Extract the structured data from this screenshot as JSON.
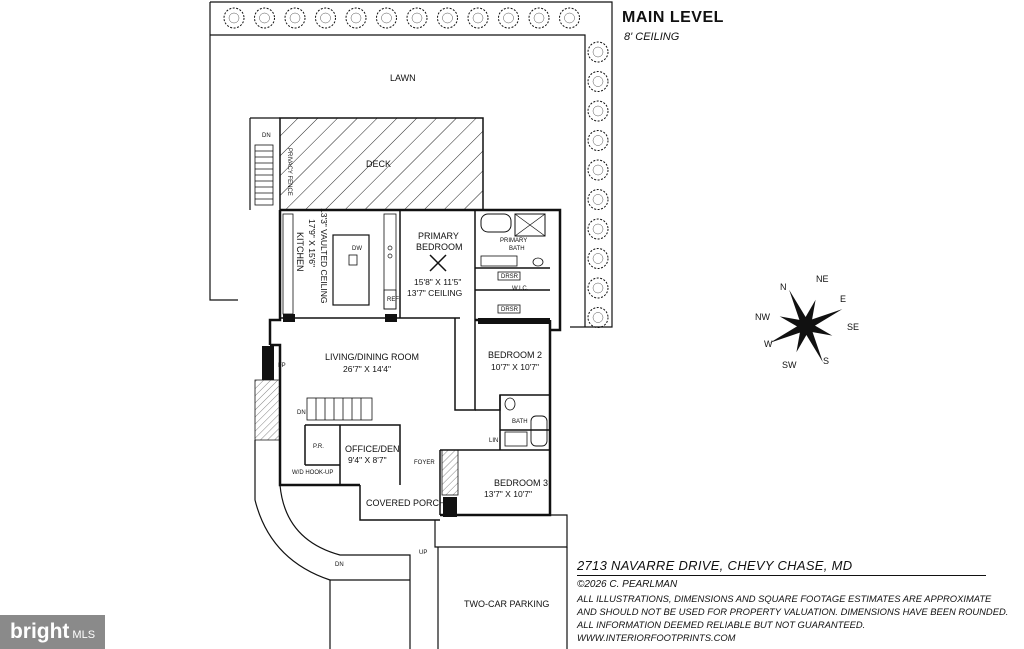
{
  "header": {
    "title": "MAIN LEVEL",
    "ceiling": "8' CEILING"
  },
  "rooms": {
    "lawn": "LAWN",
    "deck": "DECK",
    "privacy_fence": "PRIVACY FENCE",
    "kitchen": {
      "name": "KITCHEN",
      "dims": "17'9\" X 15'6\"",
      "ceiling": "13'3\" VAULTED CEILING"
    },
    "primary_bedroom": {
      "name1": "PRIMARY",
      "name2": "BEDROOM",
      "dims": "15'8\" X 11'5\"",
      "ceiling": "13'7\" CEILING"
    },
    "primary_bath": {
      "name1": "PRIMARY",
      "name2": "BATH"
    },
    "wic": "W.I.C.",
    "living": {
      "name": "LIVING/DINING ROOM",
      "dims": "26'7\" X 14'4\""
    },
    "bedroom2": {
      "name": "BEDROOM 2",
      "dims": "10'7\" X 10'7\""
    },
    "bath": "BATH",
    "lin": "LIN",
    "office": {
      "name": "OFFICE/DEN",
      "dims": "9'4\" X 8'7\""
    },
    "pr": "P.R.",
    "wd": "W/D HOOK-UP",
    "foyer": "FOYER",
    "bedroom3": {
      "name": "BEDROOM 3",
      "dims": "13'7\" X 10'7\""
    },
    "covered_porch": "COVERED PORCH",
    "parking": "TWO-CAR PARKING",
    "fp": "FP",
    "ref": "REF",
    "dw": "DW",
    "dn": "DN",
    "up": "UP",
    "drsr": "DRSR"
  },
  "compass": {
    "n": "N",
    "ne": "NE",
    "e": "E",
    "se": "SE",
    "s": "S",
    "sw": "SW",
    "w": "W",
    "nw": "NW"
  },
  "footer": {
    "address": "2713 NAVARRE DRIVE, CHEVY CHASE, MD",
    "copyright": "©2026 C. PEARLMAN",
    "disclaimer1": "ALL ILLUSTRATIONS, DIMENSIONS AND SQUARE FOOTAGE ESTIMATES ARE APPROXIMATE",
    "disclaimer2": "AND SHOULD NOT BE USED FOR PROPERTY VALUATION. DIMENSIONS HAVE BEEN ROUNDED.",
    "disclaimer3": "ALL INFORMATION DEEMED RELIABLE BUT NOT GUARANTEED.",
    "website": "WWW.INTERIORFOOTPRINTS.COM"
  },
  "watermark": {
    "brand": "bright",
    "suffix": "MLS"
  }
}
